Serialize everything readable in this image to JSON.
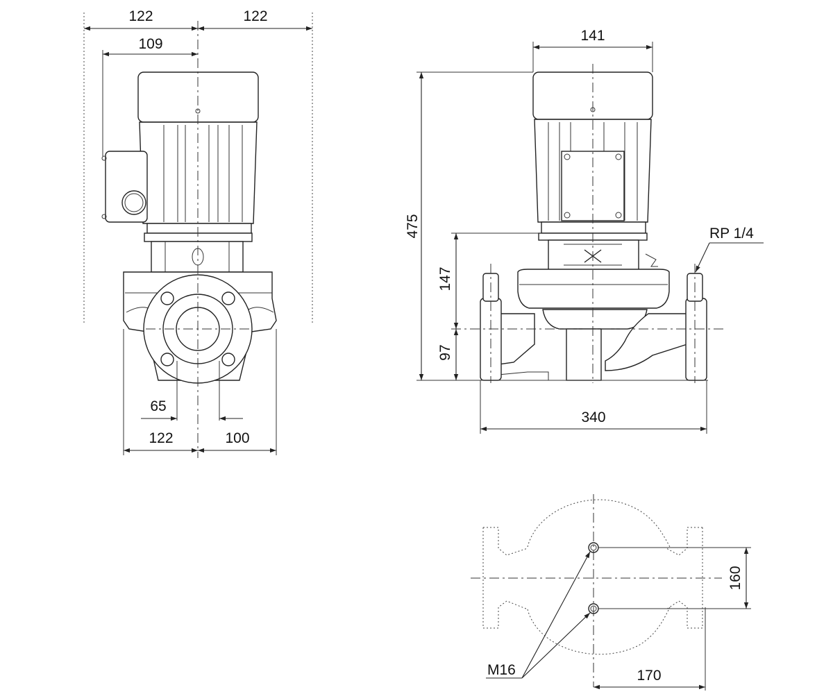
{
  "front_view": {
    "dim_top_left": "122",
    "dim_top_right": "122",
    "dim_terminal_box": "109",
    "dim_flange_bore": "65",
    "dim_bottom_left": "122",
    "dim_bottom_right": "100"
  },
  "side_view": {
    "dim_motor_width": "141",
    "dim_total_height": "475",
    "dim_pump_height": "147",
    "dim_axis_height": "97",
    "dim_port_to_port": "340",
    "label_vent": "RP 1/4"
  },
  "base_view": {
    "dim_hole_spacing": "160",
    "dim_hole_offset": "170",
    "label_bolt": "M16"
  }
}
